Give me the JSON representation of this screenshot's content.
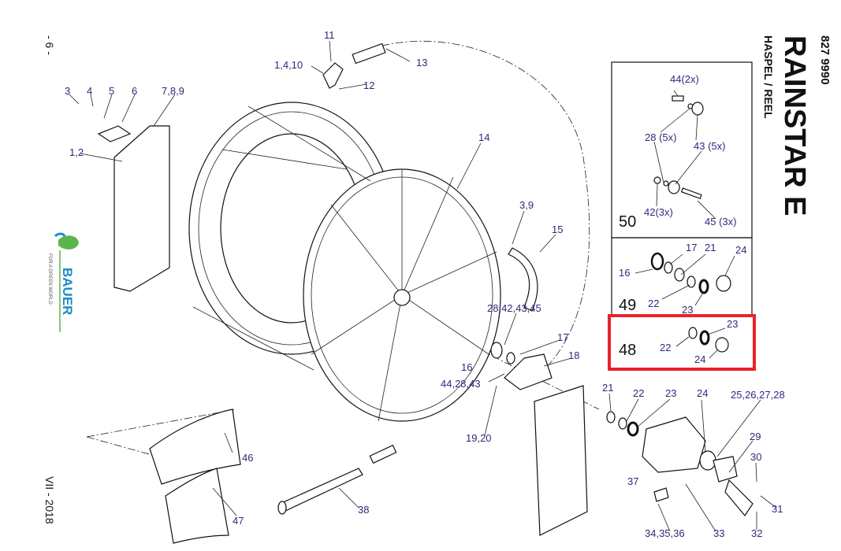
{
  "title": {
    "code": "827 9990",
    "name": "RAINSTAR E",
    "subtitle": "HASPEL / REEL"
  },
  "page": {
    "number": "- 6 -",
    "date": "VII - 2018"
  },
  "logo": {
    "brand": "BAUER",
    "slogan": "FOR A GREEN WORLD"
  },
  "labels": [
    "11",
    "1,4,10",
    "13",
    "12",
    "3",
    "4",
    "5",
    "6",
    "7,8,9",
    "1,2",
    "14",
    "3,9",
    "15",
    "28,42,43,45",
    "17",
    "18",
    "16",
    "44,28,43",
    "21",
    "22",
    "23",
    "24",
    "25,26,27,28",
    "19,20",
    "29",
    "30",
    "46",
    "37",
    "31",
    "38",
    "47",
    "33",
    "34,35,36",
    "32"
  ],
  "kits": [
    {
      "number": "50",
      "labels": [
        "44(2x)",
        "28 (5x)",
        "43 (5x)",
        "42(3x)",
        "45 (3x)"
      ]
    },
    {
      "number": "49",
      "labels": [
        "17",
        "21",
        "24",
        "16",
        "22",
        "23"
      ]
    },
    {
      "number": "48",
      "labels": [
        "23",
        "22",
        "24"
      ],
      "highlighted": true,
      "highlight_color": "#e8232a"
    }
  ]
}
